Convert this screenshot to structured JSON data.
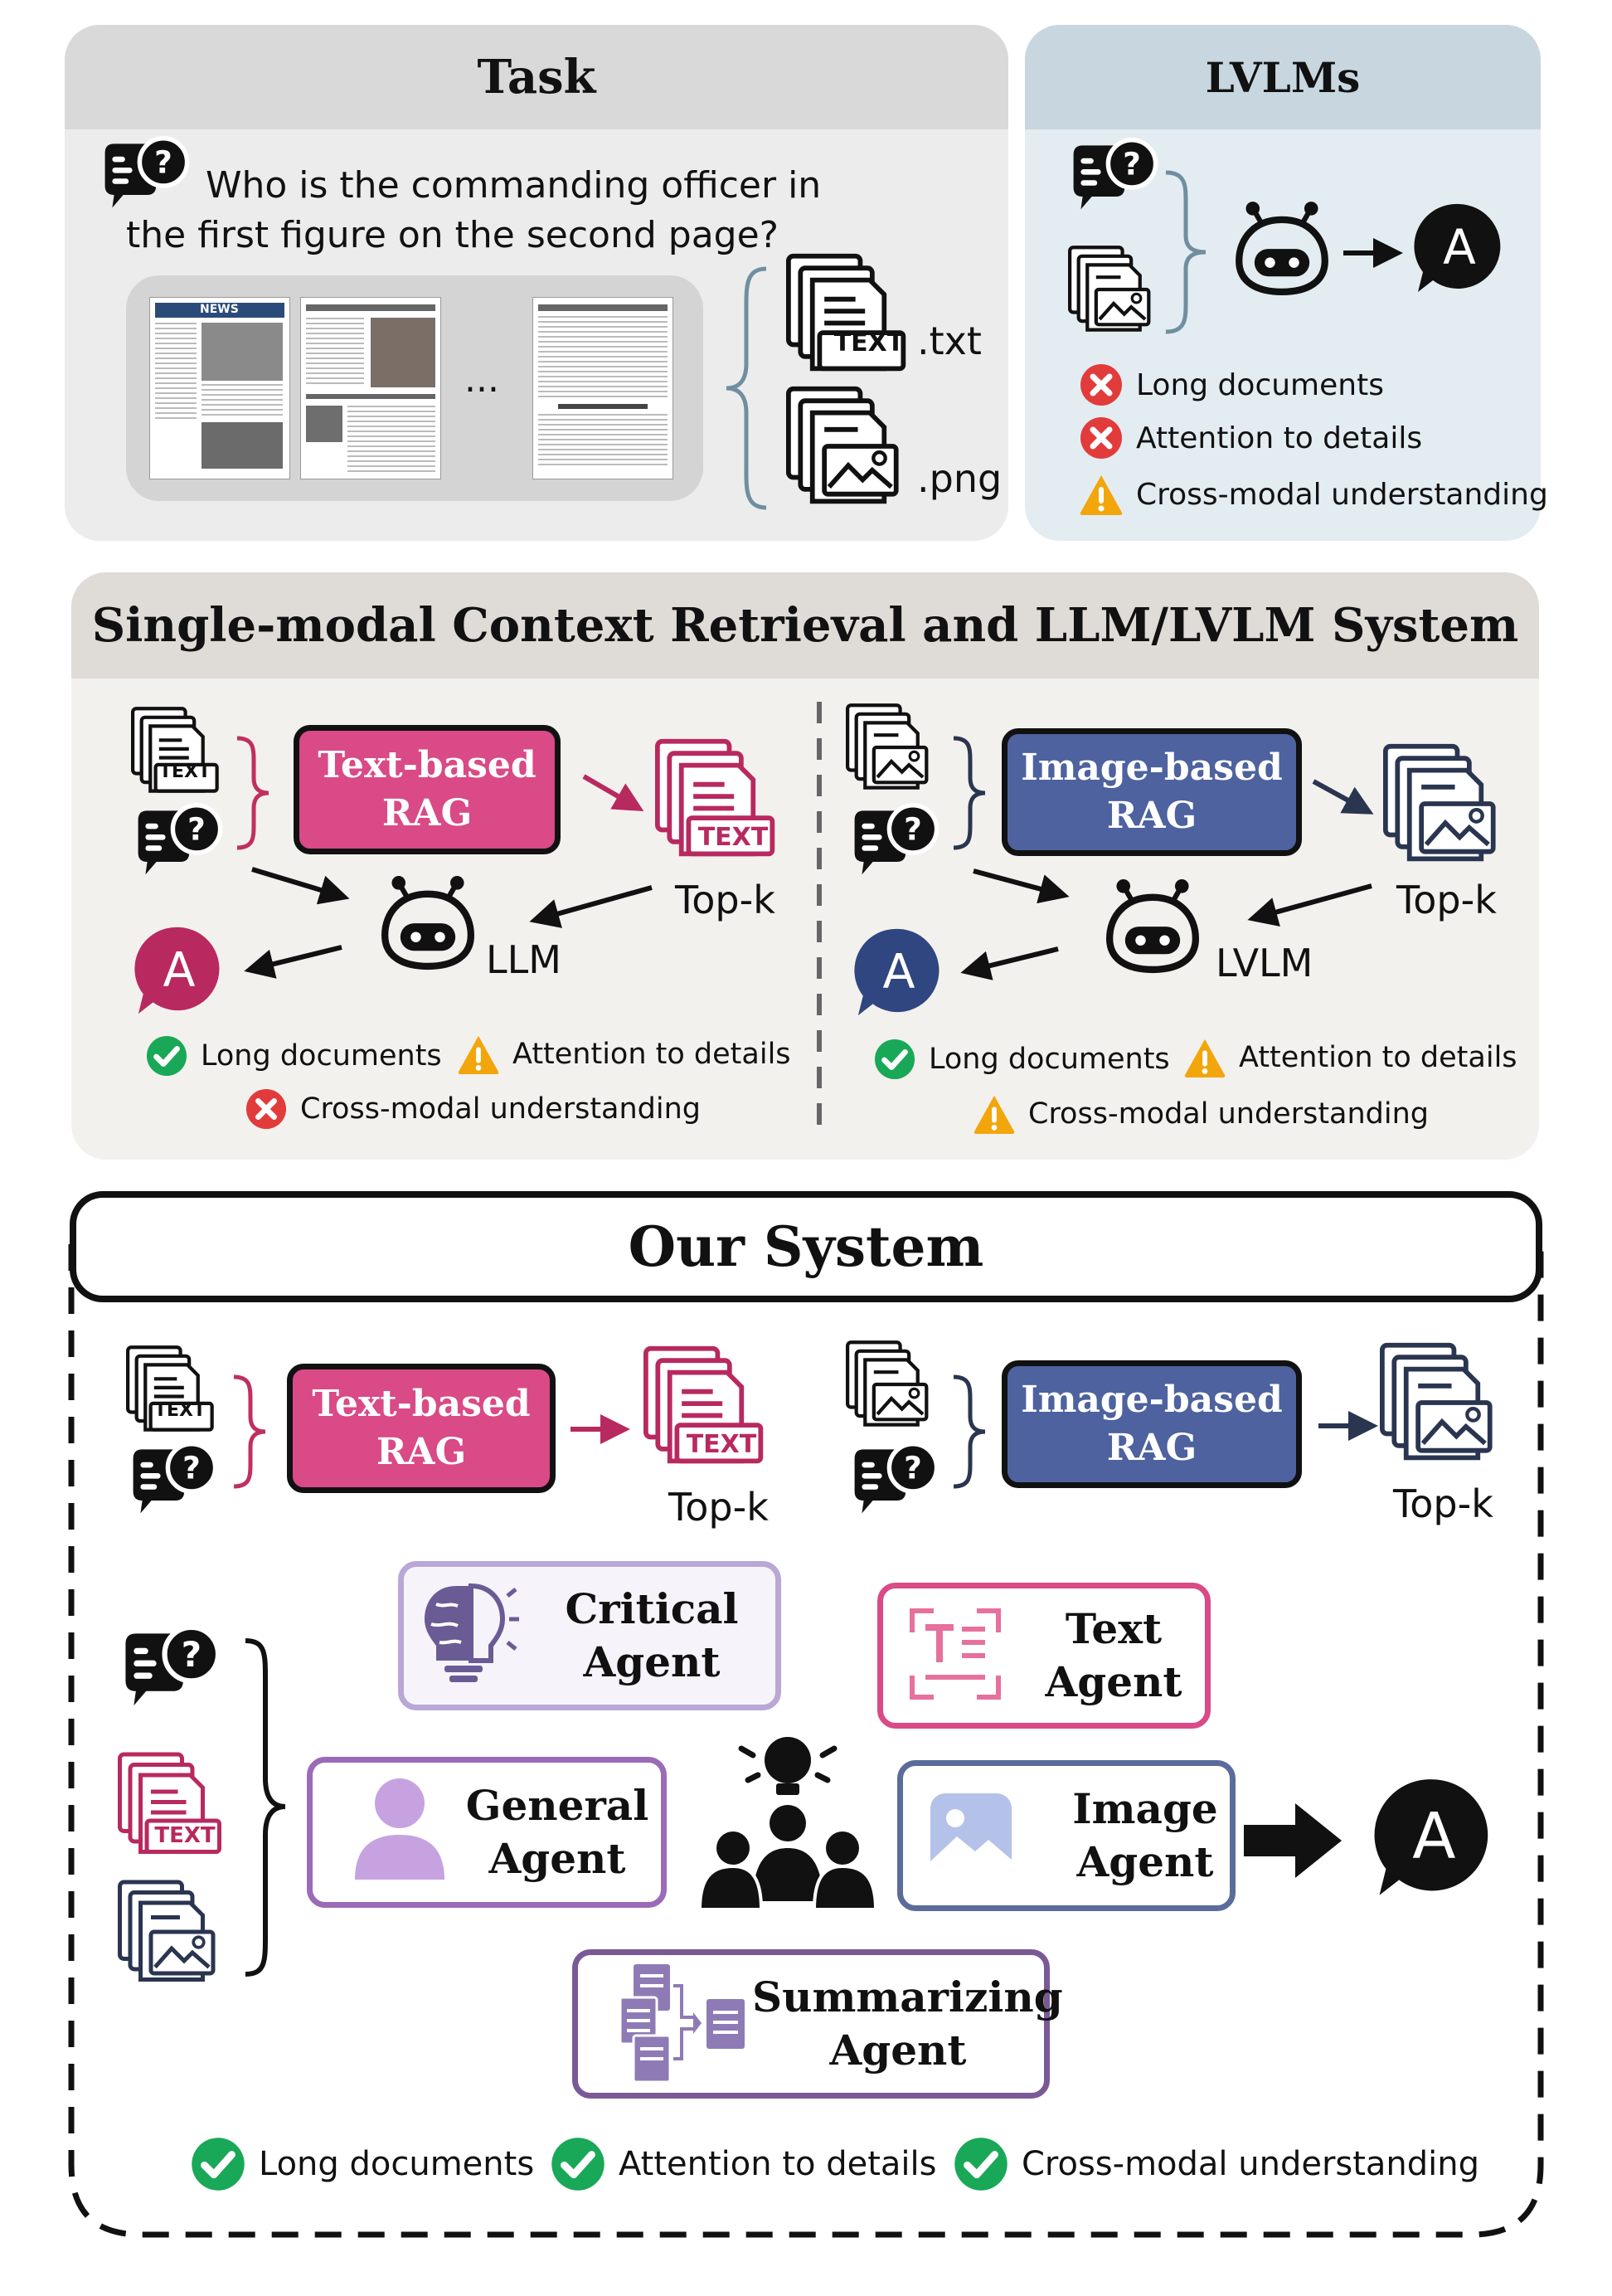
{
  "task": {
    "title": "Task",
    "question_line1": "Who is the commanding officer in",
    "question_line2": "the first figure on the second page?",
    "ellipsis": "...",
    "txt_ext": ".txt",
    "png_ext": ".png",
    "doc_header": "NEWS"
  },
  "lvlms": {
    "title": "LVLMs",
    "answer": "A",
    "checks": [
      {
        "status": "fail",
        "label": "Long documents"
      },
      {
        "status": "fail",
        "label": "Attention to details"
      },
      {
        "status": "warn",
        "label": "Cross-modal understanding"
      }
    ]
  },
  "single": {
    "title": "Single-modal Context Retrieval and LLM/LVLM System",
    "text_side": {
      "rag_line1": "Text-based",
      "rag_line2": "RAG",
      "topk": "Top-k",
      "model": "LLM",
      "answer": "A",
      "checks": [
        {
          "status": "ok",
          "label": "Long documents"
        },
        {
          "status": "warn",
          "label": "Attention to details"
        },
        {
          "status": "fail",
          "label": "Cross-modal understanding"
        }
      ]
    },
    "image_side": {
      "rag_line1": "Image-based",
      "rag_line2": "RAG",
      "topk": "Top-k",
      "model": "LVLM",
      "answer": "A",
      "checks": [
        {
          "status": "ok",
          "label": "Long documents"
        },
        {
          "status": "warn",
          "label": "Attention to details"
        },
        {
          "status": "warn",
          "label": "Cross-modal understanding"
        }
      ]
    }
  },
  "ours": {
    "title": "Our System",
    "text_rag_line1": "Text-based",
    "text_rag_line2": "RAG",
    "text_topk": "Top-k",
    "image_rag_line1": "Image-based",
    "image_rag_line2": "RAG",
    "image_topk": "Top-k",
    "agents": {
      "critical": [
        "Critical",
        "Agent"
      ],
      "text": [
        "Text",
        "Agent"
      ],
      "general": [
        "General",
        "Agent"
      ],
      "image": [
        "Image",
        "Agent"
      ],
      "summarizing": [
        "Summarizing",
        "Agent"
      ]
    },
    "answer": "A",
    "checks": [
      {
        "status": "ok",
        "label": "Long documents"
      },
      {
        "status": "ok",
        "label": "Attention to details"
      },
      {
        "status": "ok",
        "label": "Cross-modal understanding"
      }
    ]
  },
  "text_tag": "TEXT",
  "colors": {
    "pink": "#d63d7e",
    "pink_dark": "#b8295f",
    "navy": "#4a5f9e",
    "navy_dark": "#2a3550",
    "lilac": "#b9a7d6",
    "purple": "#9b6bb7",
    "blue_gray": "#5b6c9c",
    "ok": "#19a857",
    "fail": "#e23b3b",
    "warn": "#f2a60c"
  }
}
